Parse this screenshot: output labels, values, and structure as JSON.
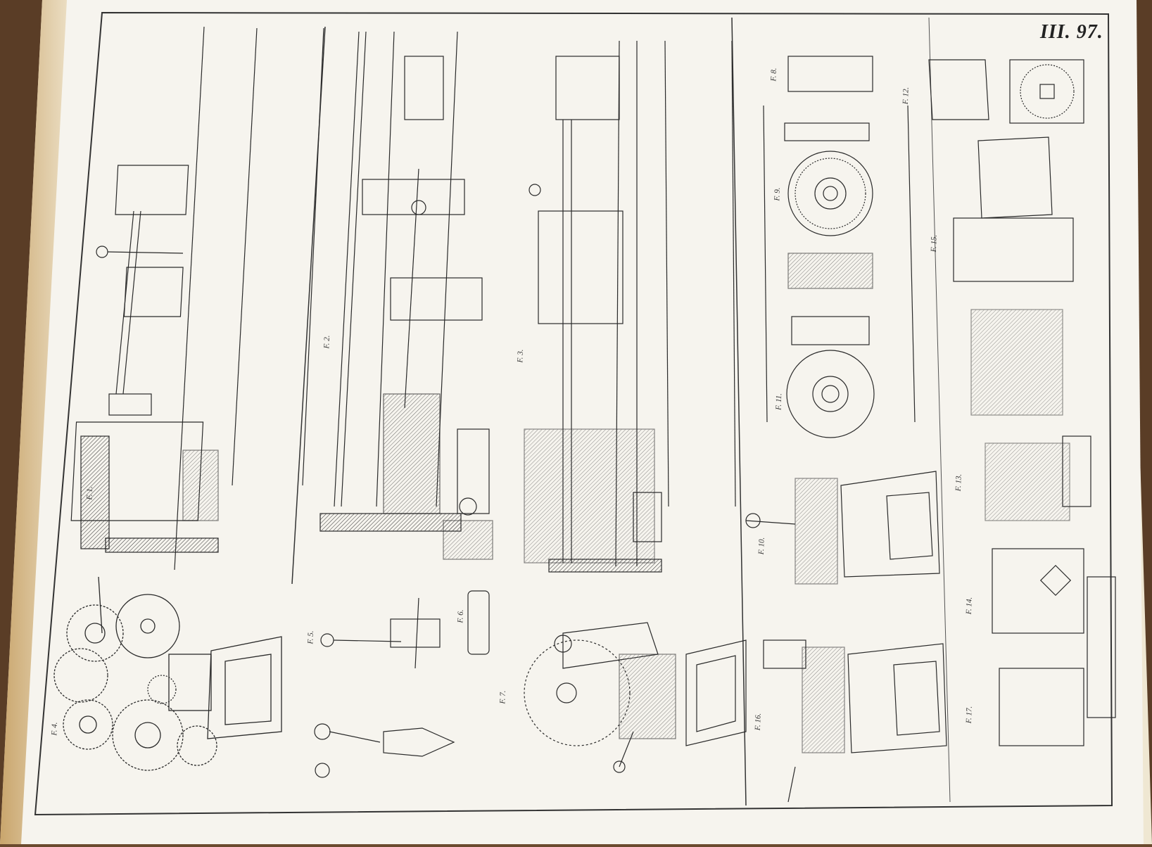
{
  "plate": {
    "number": "III. 97."
  },
  "figure_labels": {
    "f1": "F. 1.",
    "f2": "F. 2.",
    "f3": "F. 3.",
    "f4": "F. 4.",
    "f5": "F. 5.",
    "f6": "F. 6.",
    "f7": "F. 7.",
    "f8": "F. 8.",
    "f9": "F. 9.",
    "f10": "F. 10.",
    "f11": "F. 11.",
    "f12": "F. 12.",
    "f13": "F. 13.",
    "f14": "F. 14.",
    "f15": "F. 15.",
    "f16": "F. 16.",
    "f17": "F. 17."
  },
  "colors": {
    "background": "#6b4a2e",
    "paper": "#f4f1e8",
    "paper_edge": "#e8dcc0",
    "ink": "#2a2a2a"
  }
}
